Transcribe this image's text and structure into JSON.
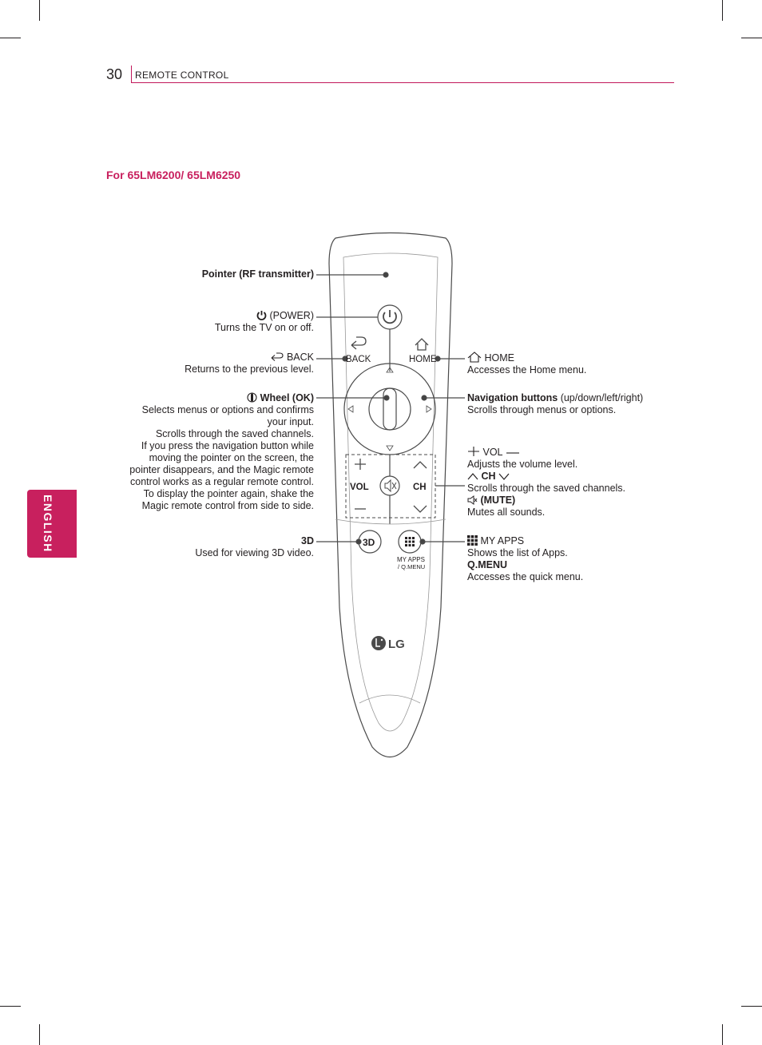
{
  "header": {
    "page_number": "30",
    "section": "REMOTE CONTROL"
  },
  "model_title": "For 65LM6200/ 65LM6250",
  "language_tab": "ENGLISH",
  "colors": {
    "accent": "#c8205e",
    "text": "#231f20",
    "remote_outline": "#4a4a4a"
  },
  "remote": {
    "back_label": "BACK",
    "home_label": "HOME",
    "vol_label": "VOL",
    "ch_label": "CH",
    "my_apps_label": "MY APPS",
    "q_menu_label": "/ Q.MENU",
    "logo_text": "LG"
  },
  "left_callouts": {
    "pointer": {
      "title": "Pointer (RF transmitter)"
    },
    "power": {
      "title": "(POWER)",
      "desc": "Turns the TV on or off.",
      "icon": "power-icon"
    },
    "back": {
      "title": "BACK",
      "desc": "Returns to the previous level.",
      "icon": "back-arrow-icon"
    },
    "wheel": {
      "title": "Wheel (OK)",
      "icon": "wheel-icon",
      "desc_lines": [
        "Selects menus or options and confirms",
        "your input.",
        "Scrolls through the saved channels.",
        "If you press the navigation button while",
        "moving the pointer on the screen, the",
        "pointer disappears, and the Magic remote",
        "control works as a regular remote control.",
        "To display the pointer again, shake the",
        "Magic remote control from side to side."
      ]
    },
    "three_d": {
      "title": "3D",
      "desc": "Used for viewing 3D video."
    }
  },
  "right_callouts": {
    "home": {
      "title": "HOME",
      "desc": "Accesses the Home menu.",
      "icon": "home-icon"
    },
    "navigation": {
      "title": "Navigation buttons",
      "title_suffix": "(up/down/left/right)",
      "desc": "Scrolls through menus or options."
    },
    "vol": {
      "title": "VOL",
      "desc": "Adjusts the volume level."
    },
    "ch": {
      "title": "CH",
      "desc": "Scrolls through the saved channels."
    },
    "mute": {
      "title": "(MUTE)",
      "desc": "Mutes all sounds."
    },
    "my_apps": {
      "title": "MY APPS",
      "desc": "Shows the list of Apps."
    },
    "q_menu": {
      "title": "Q.MENU",
      "desc": "Accesses the quick menu."
    }
  }
}
